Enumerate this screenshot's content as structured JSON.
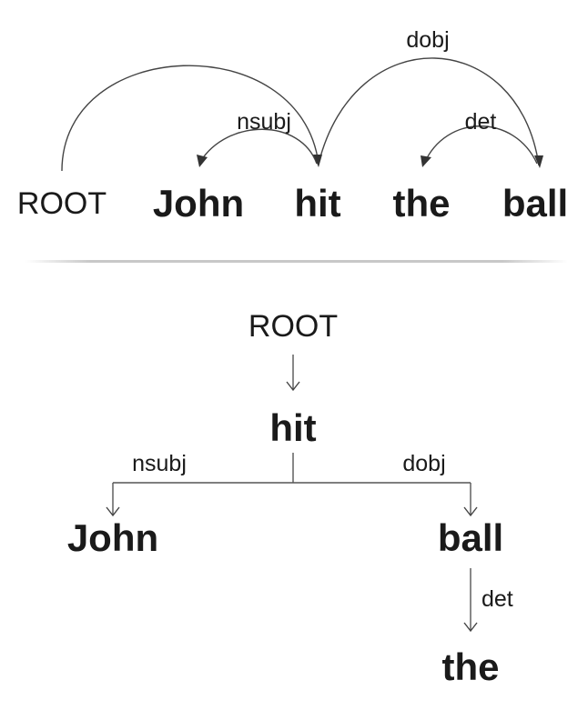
{
  "arc_diagram": {
    "tokens": {
      "root": "ROOT",
      "john": "John",
      "hit": "hit",
      "the": "the",
      "ball": "ball"
    },
    "relations": {
      "root": "",
      "nsubj": "nsubj",
      "dobj": "dobj",
      "det": "det"
    }
  },
  "tree_diagram": {
    "root": "ROOT",
    "head": "hit",
    "subject": "John",
    "object": "ball",
    "determiner": "the",
    "relations": {
      "nsubj": "nsubj",
      "dobj": "dobj",
      "det": "det"
    }
  },
  "colors": {
    "text": "#1a1a1a",
    "line": "#444444",
    "divider": "#bdbdbd",
    "background": "#ffffff"
  }
}
